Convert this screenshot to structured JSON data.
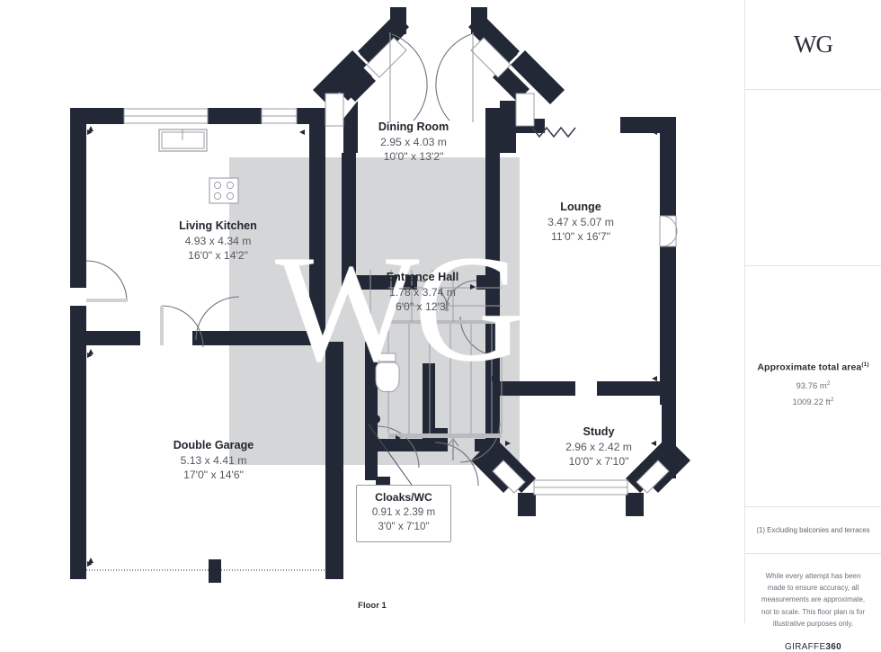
{
  "document": {
    "floor_label": "Floor 1",
    "watermark": "WG"
  },
  "panel": {
    "logo": "WG",
    "area_title": "Approximate total area",
    "area_title_sup": "(1)",
    "area_metric": "93.76 m",
    "area_metric_sup": "2",
    "area_imperial": "1009.22 ft",
    "area_imperial_sup": "2",
    "footnote": "(1) Excluding balconies and terraces",
    "disclaimer": "While every attempt has been made to ensure accuracy, all measurements are approximate, not to scale. This floor plan is for illustrative purposes only.",
    "brand_prefix": "GIRAFFE",
    "brand_suffix": "360"
  },
  "rooms": [
    {
      "key": "dining_room",
      "name": "Dining Room",
      "metric": "2.95 x 4.03 m",
      "imperial": "10'0\" x 13'2\""
    },
    {
      "key": "living_kitchen",
      "name": "Living Kitchen",
      "metric": "4.93 x 4.34 m",
      "imperial": "16'0\" x 14'2\""
    },
    {
      "key": "lounge",
      "name": "Lounge",
      "metric": "3.47 x 5.07 m",
      "imperial": "11'0\" x 16'7\""
    },
    {
      "key": "entrance_hall",
      "name": "Entrance Hall",
      "metric": "1.78 x 3.74 m",
      "imperial": "6'0\" x 12'3\""
    },
    {
      "key": "double_garage",
      "name": "Double Garage",
      "metric": "5.13 x 4.41 m",
      "imperial": "17'0\" x 14'6\""
    },
    {
      "key": "study",
      "name": "Study",
      "metric": "2.96 x 2.42 m",
      "imperial": "10'0\" x 7'10\""
    },
    {
      "key": "cloaks_wc",
      "name": "Cloaks/WC",
      "metric": "0.91 x 2.39 m",
      "imperial": "3'0\" x 7'10\""
    }
  ],
  "colors": {
    "wall": "#232836",
    "shade": "#d5d6d8",
    "text_dark": "#23262f",
    "text_grey": "#55585f",
    "panel_border": "#e3e3e5",
    "opening": "#9b9ea5"
  }
}
